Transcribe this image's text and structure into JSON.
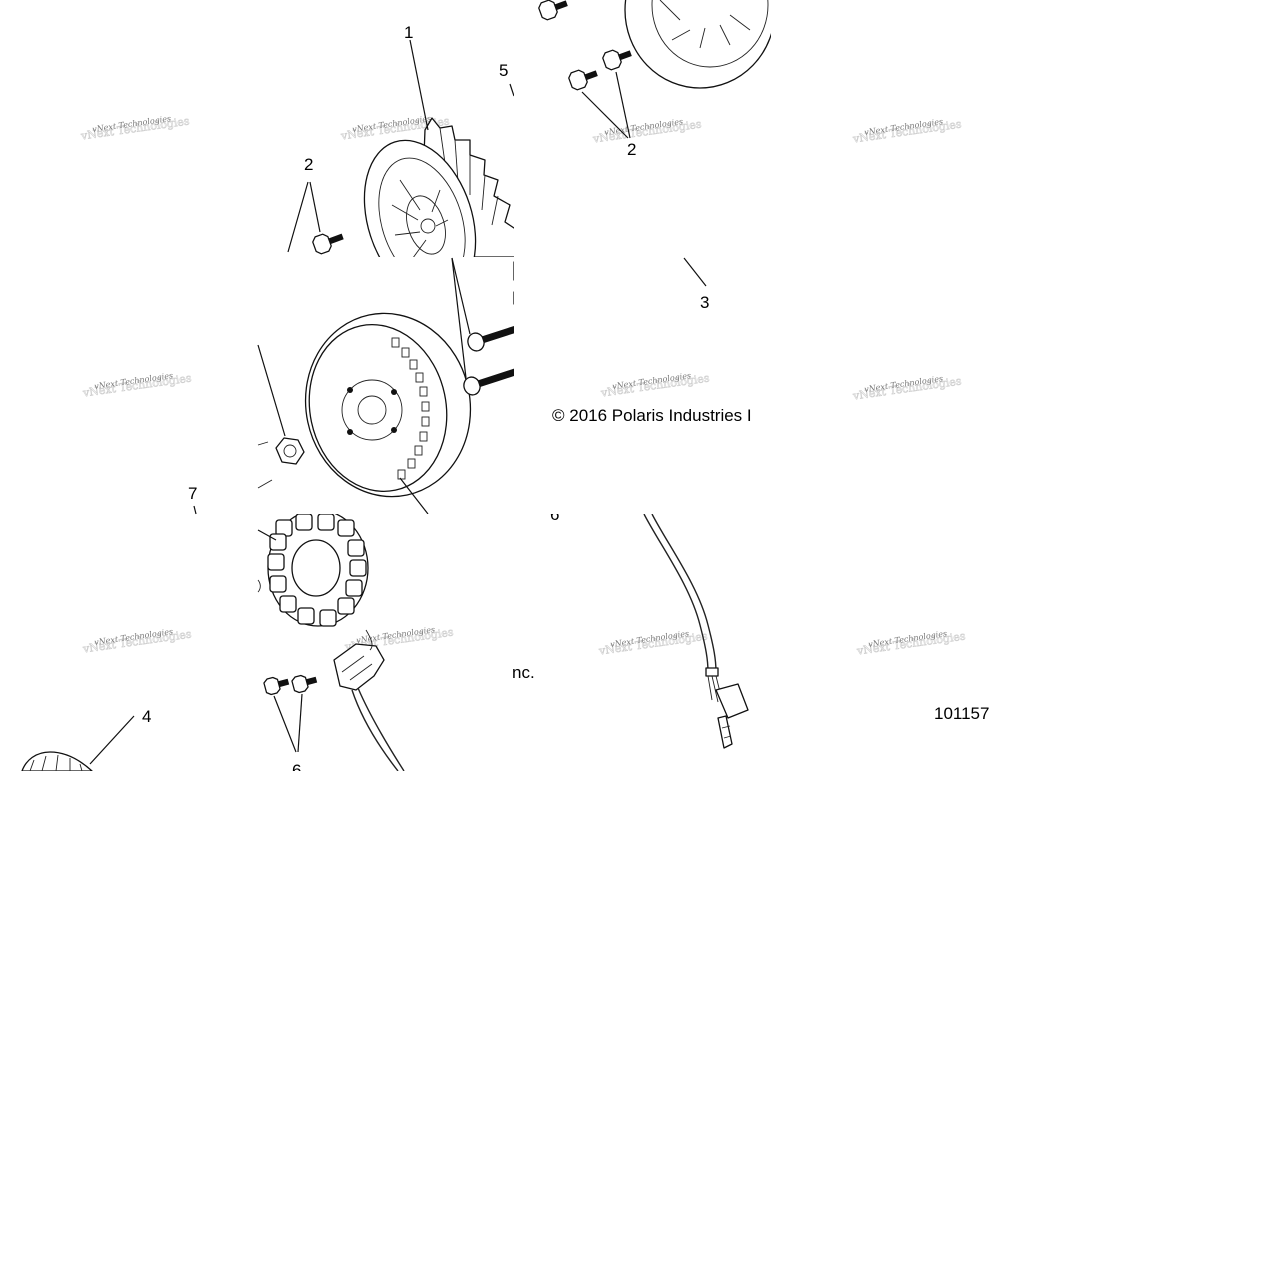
{
  "diagram": {
    "callouts": {
      "c1": "1",
      "c2a": "2",
      "c2b": "2",
      "c3": "3",
      "c4": "4",
      "c5": "5",
      "c6a": "6",
      "c6b": "6",
      "c7": "7"
    },
    "copyright_top": "© 2016 Polaris Industries I",
    "copyright_tail": "nc.",
    "figure_number": "101157",
    "watermark": "vNext Technologies"
  }
}
